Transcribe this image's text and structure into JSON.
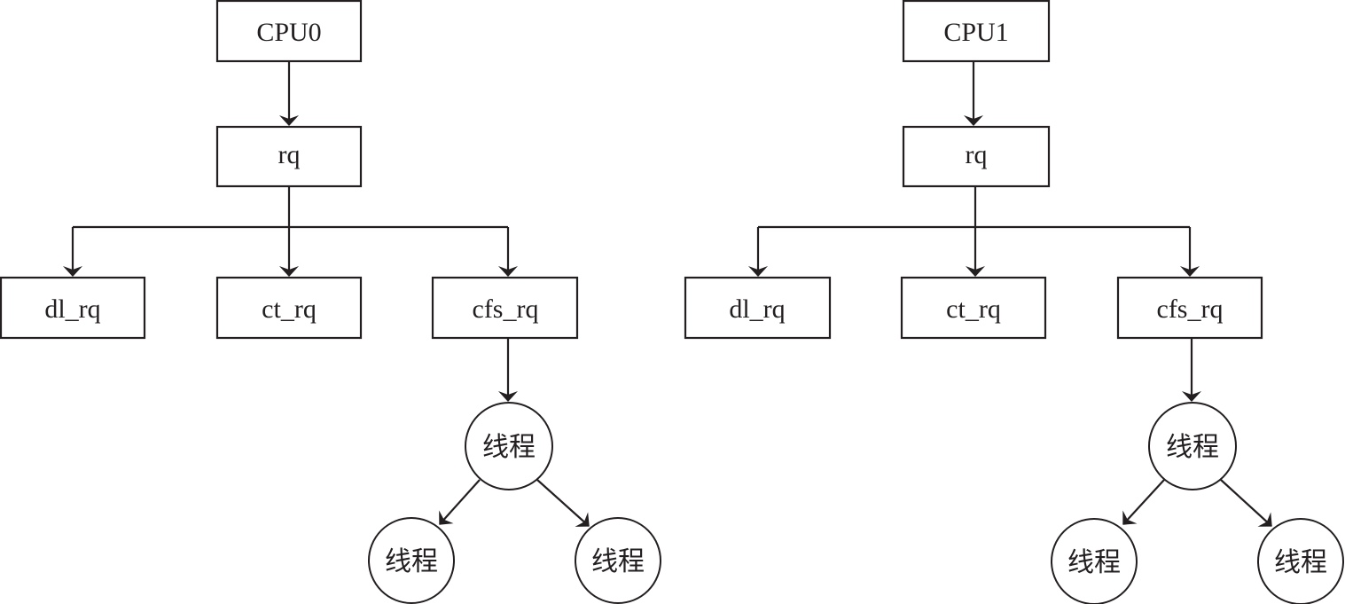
{
  "diagram": {
    "colors": {
      "stroke": "#231f20",
      "background": "#ffffff",
      "text": "#231f20"
    },
    "trees": [
      {
        "cpu": "CPU0",
        "runqueue": "rq",
        "subqueues": [
          "dl_rq",
          "ct_rq",
          "cfs_rq"
        ],
        "thread_root": "线程",
        "thread_children": [
          "线程",
          "线程"
        ]
      },
      {
        "cpu": "CPU1",
        "runqueue": "rq",
        "subqueues": [
          "dl_rq",
          "ct_rq",
          "cfs_rq"
        ],
        "thread_root": "线程",
        "thread_children": [
          "线程",
          "线程"
        ]
      }
    ]
  }
}
